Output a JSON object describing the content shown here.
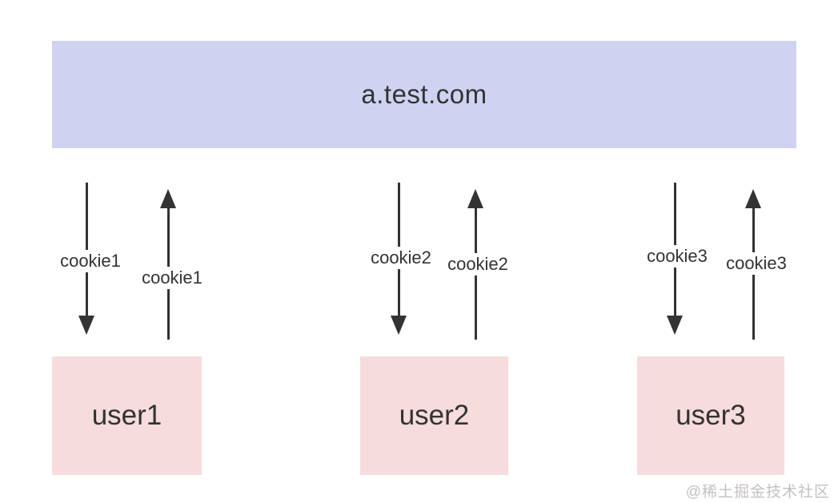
{
  "diagram": {
    "server": {
      "label": "a.test.com"
    },
    "flows": [
      {
        "user": "user1",
        "request_label": "cookie1",
        "response_label": "cookie1"
      },
      {
        "user": "user2",
        "request_label": "cookie2",
        "response_label": "cookie2"
      },
      {
        "user": "user3",
        "request_label": "cookie3",
        "response_label": "cookie3"
      }
    ],
    "watermark": "@稀土掘金技术社区",
    "colors": {
      "server_bg": "#cfd3f1",
      "user_bg": "#f6dcdc",
      "arrow": "#333333",
      "watermark_text": "#c6c0c0"
    }
  }
}
